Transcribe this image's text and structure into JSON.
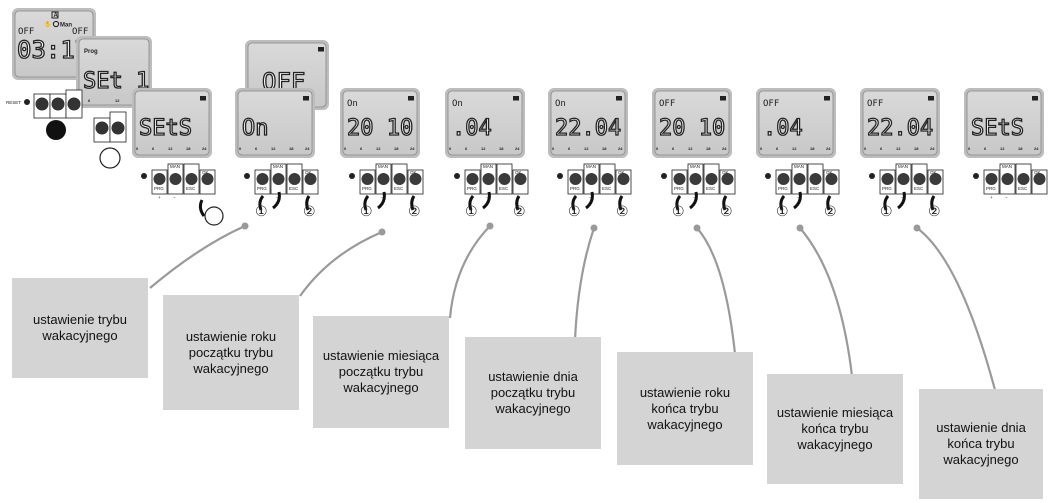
{
  "intro": {
    "display1_status": "OFF",
    "display1_status_right": "OFF",
    "display1_mode": "Man",
    "display1_time": "03:17",
    "display2_label": "Prog",
    "display2_value": "SEt 1",
    "display_top_value": "OFF",
    "reset_label": "RESET"
  },
  "axis_ticks": [
    "0",
    "6",
    "12",
    "18",
    "24"
  ],
  "buttons": {
    "prg": "PRG",
    "man": "MAN",
    "esc": "ESC",
    "ok": "OK",
    "plus": "+",
    "minus": "−"
  },
  "step_markers": [
    "①",
    "②"
  ],
  "steps": [
    {
      "status": "",
      "value": "SEtS"
    },
    {
      "status": "",
      "value": "On"
    },
    {
      "status": "On",
      "value": "20 10"
    },
    {
      "status": "On",
      "value": ".04"
    },
    {
      "status": "On",
      "value": "22.04"
    },
    {
      "status": "OFF",
      "value": "20 10"
    },
    {
      "status": "OFF",
      "value": ".04"
    },
    {
      "status": "OFF",
      "value": "22.04"
    },
    {
      "status": "",
      "value": "SEtS"
    }
  ],
  "captions": [
    "ustawienie trybu wakacyjnego",
    "ustawienie roku początku trybu wakacyjnego",
    "ustawienie miesiąca początku trybu wakacyjnego",
    "ustawienie dnia początku trybu wakacyjnego",
    "ustawienie roku końca trybu wakacyjnego",
    "ustawienie miesiąca końca trybu wakacyjnego",
    "ustawienie dnia końca trybu wakacyjnego"
  ]
}
